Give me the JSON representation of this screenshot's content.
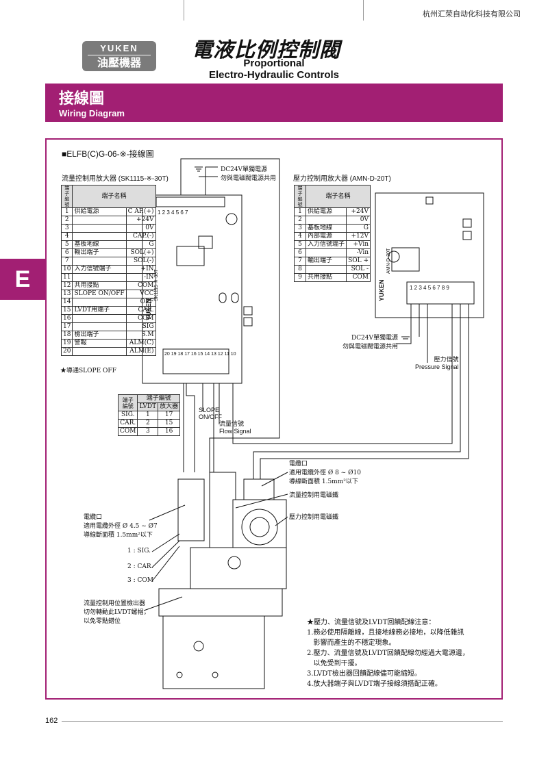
{
  "header": {
    "company": "杭州汇荣自动化科技有限公司",
    "logo_en": "YUKEN",
    "logo_zh": "油壓機器",
    "title_zh": "電液比例控制閥",
    "title_en_1": "Proportional",
    "title_en_2": "Electro-Hydraulic Controls"
  },
  "banner": {
    "zh": "接線圖",
    "en": "Wiring Diagram"
  },
  "side_tab": "E",
  "diagram": {
    "heading": "■ELFB(C)G-06-※-接線圖",
    "flow_amp_title": "流量控制用放大器 (SK1115-※-30T)",
    "pressure_amp_title": "壓力控制用放大器 (AMN-D-20T)",
    "dc_top": "DC24V單獨電源",
    "dc_top_2": "勿與電磁閥電源共用",
    "dc_right": "DC24V單獨電源",
    "dc_right_2": "勿與電磁閥電源共用",
    "pressure_signal_zh": "壓力信號",
    "pressure_signal_en": "Pressure Signal",
    "slope": "SLOPE",
    "slope_2": "ON/OFF",
    "flow_signal_zh": "流量信號",
    "flow_signal_en": "Flow Signal",
    "slope_note": "★導通SLOPE OFF",
    "cable_right_title": "電纜口",
    "cable_right_1": "適用電纜外徑 Ø 8 ~ Ø10",
    "cable_right_2": "導線斷面積 1.5mm²以下",
    "flow_solenoid": "流量控制用電磁鐵",
    "pressure_solenoid": "壓力控制用電磁鐵",
    "cable_left_title": "電纜口",
    "cable_left_1": "適用電纜外徑 Ø 4.5 ~ Ø7",
    "cable_left_2": "導線斷面積 1.5mm²以下",
    "pin1": "1 : SIG.",
    "pin2": "2 : CAR.",
    "pin3": "3 : COM",
    "lvdt_title": "流量控制用位置檢出器",
    "lvdt_1": "切勿轉動此LVDT螺帽，",
    "lvdt_2": "以免零點錯位",
    "board_left_terminals": "1 2 3 4 5 6 7",
    "board_left_bottom": "20 19 18 17 16 15 14 13 12 11 10",
    "board_right_terminals": "1 2 3 4 5 6 7 8 9",
    "board_left_brand": "YUKEN",
    "board_left_model": "SK1115-※-30T",
    "board_right_brand": "YUKEN",
    "board_right_model": "AMN-D-20T"
  },
  "flow_table": {
    "hdr_no": "端子編號",
    "hdr_name": "端子名稱",
    "rows": [
      {
        "no": "1",
        "group": "供給電源",
        "val": "C AP.(+)"
      },
      {
        "no": "2",
        "group": "",
        "val": "+24V"
      },
      {
        "no": "3",
        "group": "",
        "val": "0V"
      },
      {
        "no": "4",
        "group": "",
        "val": "CAP.(-)"
      },
      {
        "no": "5",
        "group": "基板地線",
        "val": "G"
      },
      {
        "no": "6",
        "group": "輸出端子",
        "val": "SOL(+)"
      },
      {
        "no": "7",
        "group": "",
        "val": "SOL(-)"
      },
      {
        "no": "10",
        "group": "入力信號端子",
        "val": "+IN"
      },
      {
        "no": "11",
        "group": "",
        "val": "-IN"
      },
      {
        "no": "12",
        "group": "共用接點",
        "val": "COM"
      },
      {
        "no": "13",
        "group": "SLOPE ON/OFF",
        "val": "VCC"
      },
      {
        "no": "14",
        "group": "",
        "val": "OFF"
      },
      {
        "no": "15",
        "group": "LVDT用端子",
        "val": "CAR."
      },
      {
        "no": "16",
        "group": "",
        "val": "COM"
      },
      {
        "no": "17",
        "group": "",
        "val": "SIG"
      },
      {
        "no": "18",
        "group": "檢出端子",
        "val": "S.M"
      },
      {
        "no": "19",
        "group": "警報",
        "val": "ALM(C)"
      },
      {
        "no": "20",
        "group": "",
        "val": "ALM(E)"
      }
    ],
    "star": "★"
  },
  "pressure_table": {
    "hdr_no": "端子編號",
    "hdr_name": "端子名稱",
    "rows": [
      {
        "no": "1",
        "group": "供給電源",
        "val": "+24V"
      },
      {
        "no": "2",
        "group": "",
        "val": "0V"
      },
      {
        "no": "3",
        "group": "基板地線",
        "val": "G"
      },
      {
        "no": "4",
        "group": "內部電源",
        "val": "+12V"
      },
      {
        "no": "5",
        "group": "入力信號端子",
        "val": "+Vin"
      },
      {
        "no": "6",
        "group": "",
        "val": "-Vin"
      },
      {
        "no": "7",
        "group": "輸出端子",
        "val": "SOL +"
      },
      {
        "no": "8",
        "group": "",
        "val": "SOL -"
      },
      {
        "no": "9",
        "group": "共用接點",
        "val": "COM"
      }
    ]
  },
  "lvdt_table": {
    "hdr_no": "端子編號",
    "hdr_span": "端子編號",
    "col_lvdt": "LVDT",
    "col_amp": "放大器",
    "rows": [
      {
        "name": "SIG.",
        "lvdt": "1",
        "amp": "17"
      },
      {
        "name": "CAR.",
        "lvdt": "2",
        "amp": "15"
      },
      {
        "name": "COM",
        "lvdt": "3",
        "amp": "16"
      }
    ]
  },
  "notes": {
    "title": "★壓力、流量信號及LVDT回饋配線注意：",
    "items": [
      "1.務必使用隔離線，且接地線務必接地，以降低雜訊",
      "   影響而產生的不穩定現象。",
      "2.壓力、流量信號及LVDT回饋配線勿經過大電源邊，",
      "   以免受到干擾。",
      "3.LVDT檢出器回饋配線儘可能縮短。",
      "4.放大器端子與LVDT端子接線須搭配正確。"
    ]
  },
  "footer": {
    "page": "162"
  }
}
